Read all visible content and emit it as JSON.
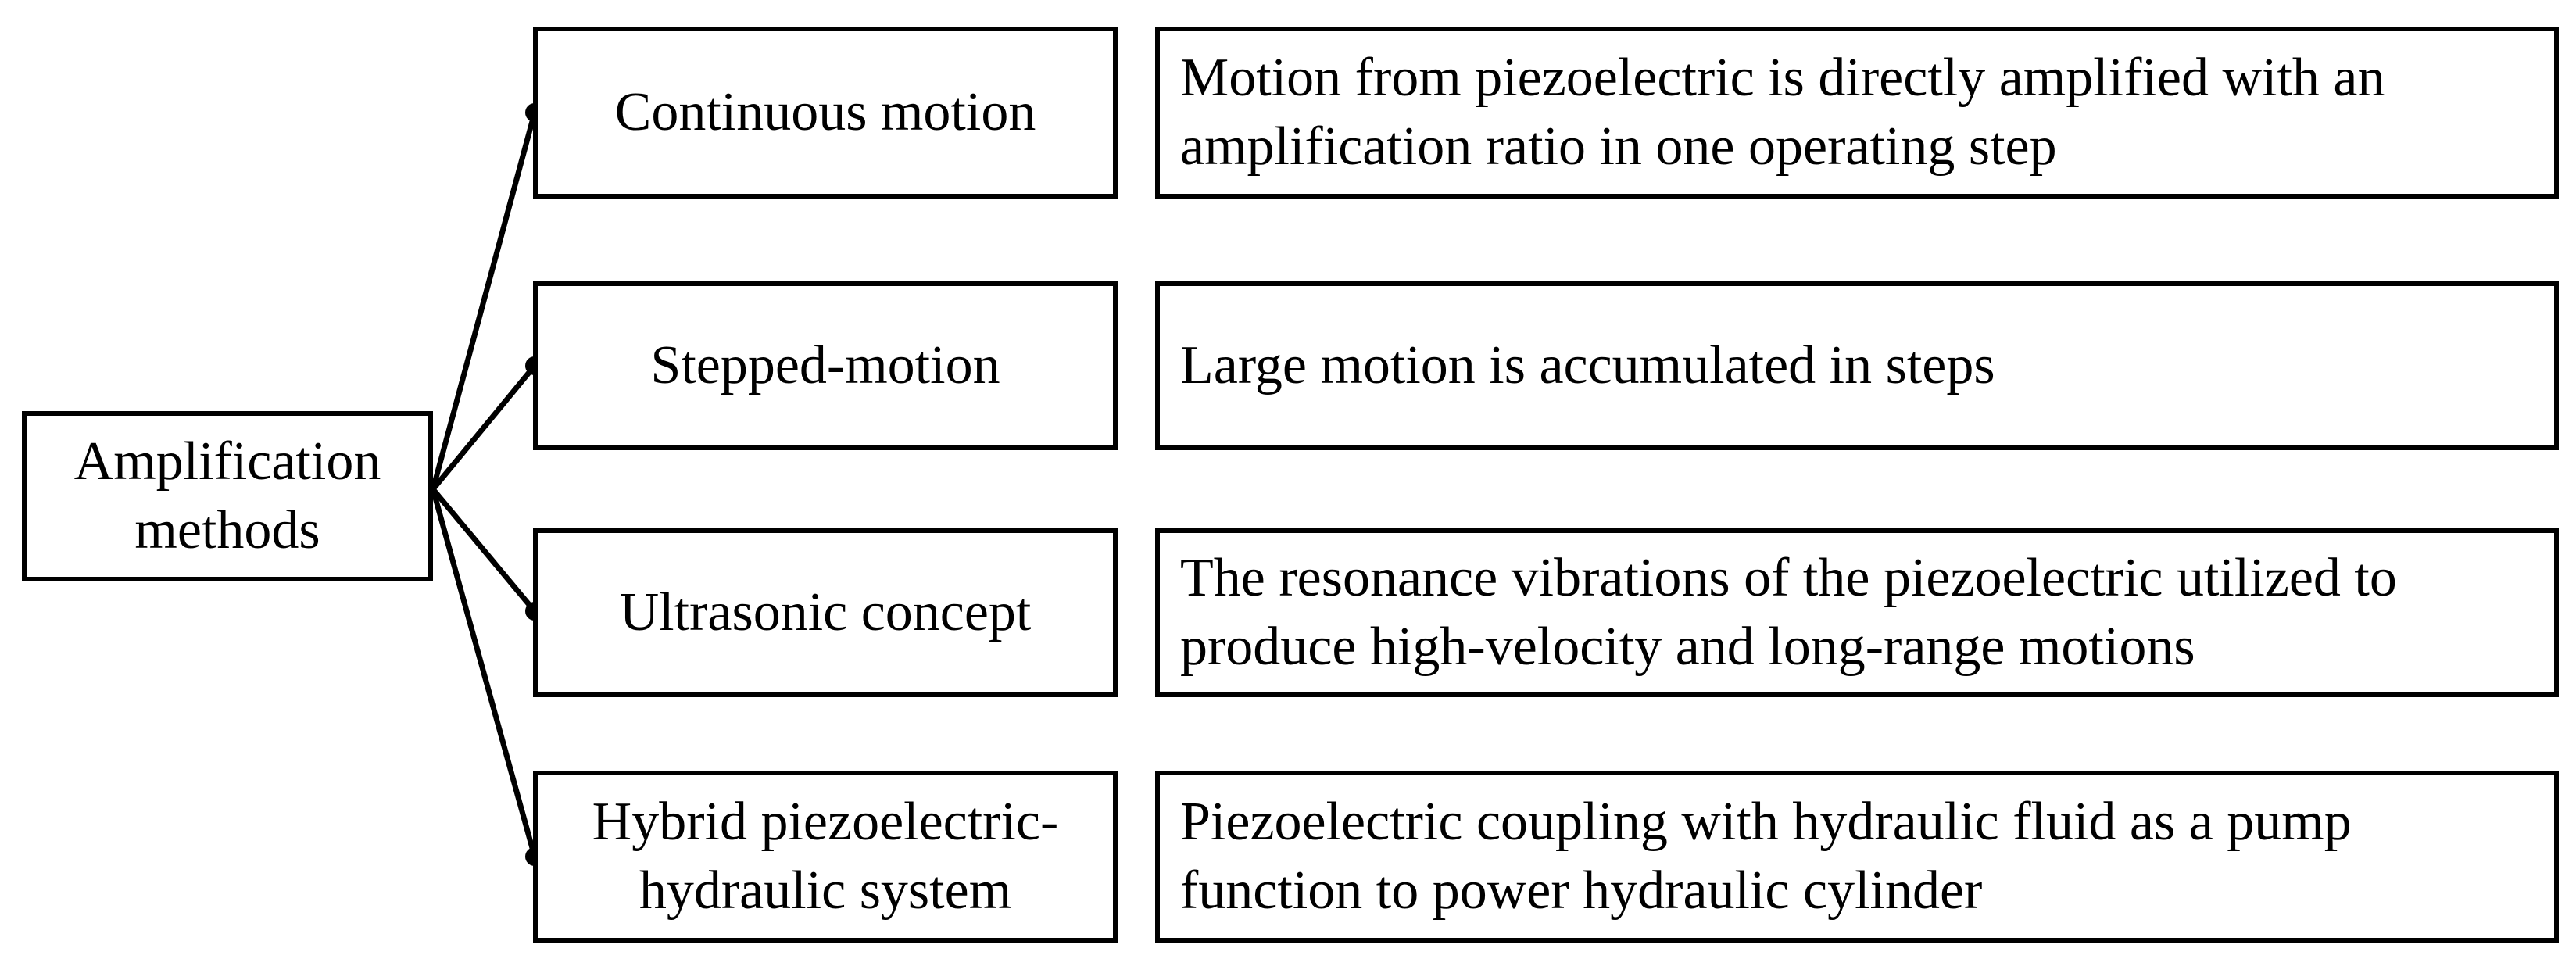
{
  "root": {
    "label_line1": "Amplification",
    "label_line2": "methods"
  },
  "methods": [
    {
      "label_line1": "Continuous motion",
      "label_line2": "",
      "description_line1": "Motion from piezoelectric is directly amplified with an",
      "description_line2": "amplification ratio in one operating step"
    },
    {
      "label_line1": "Stepped-motion",
      "label_line2": "",
      "description_line1": "Large motion is accumulated in steps",
      "description_line2": ""
    },
    {
      "label_line1": "Ultrasonic concept",
      "label_line2": "",
      "description_line1": "The resonance vibrations of the piezoelectric utilized to",
      "description_line2": "produce high-velocity and long-range motions"
    },
    {
      "label_line1": "Hybrid piezoelectric-",
      "label_line2": "hydraulic system",
      "description_line1": "Piezoelectric coupling with hydraulic fluid as a pump",
      "description_line2": "function to power hydraulic cylinder"
    }
  ]
}
